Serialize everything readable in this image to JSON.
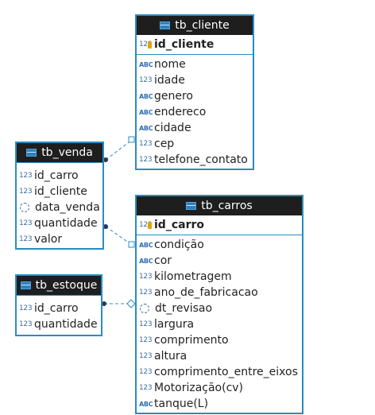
{
  "tables": {
    "cliente": {
      "title": "tb_cliente",
      "pk": {
        "type": "123",
        "name": "id_cliente"
      },
      "columns": [
        {
          "type": "ABC",
          "name": "nome"
        },
        {
          "type": "123",
          "name": "idade"
        },
        {
          "type": "ABC",
          "name": "genero"
        },
        {
          "type": "ABC",
          "name": "endereco"
        },
        {
          "type": "ABC",
          "name": "cidade"
        },
        {
          "type": "123",
          "name": "cep"
        },
        {
          "type": "123",
          "name": "telefone_contato"
        }
      ]
    },
    "venda": {
      "title": "tb_venda",
      "columns": [
        {
          "type": "123",
          "name": "id_carro"
        },
        {
          "type": "123",
          "name": "id_cliente"
        },
        {
          "type": "clock",
          "name": "data_venda"
        },
        {
          "type": "123",
          "name": "quantidade"
        },
        {
          "type": "123",
          "name": "valor"
        }
      ]
    },
    "carros": {
      "title": "tb_carros",
      "pk": {
        "type": "123",
        "name": "id_carro"
      },
      "columns": [
        {
          "type": "ABC",
          "name": "condição"
        },
        {
          "type": "ABC",
          "name": "cor"
        },
        {
          "type": "123",
          "name": "kilometragem"
        },
        {
          "type": "123",
          "name": "ano_de_fabricacao"
        },
        {
          "type": "clock",
          "name": "dt_revisao"
        },
        {
          "type": "123",
          "name": "largura"
        },
        {
          "type": "123",
          "name": "comprimento"
        },
        {
          "type": "123",
          "name": "altura"
        },
        {
          "type": "123",
          "name": "comprimento_entre_eixos"
        },
        {
          "type": "123",
          "name": "Motorização(cv)"
        },
        {
          "type": "ABC",
          "name": "tanque(L)"
        }
      ]
    },
    "estoque": {
      "title": "tb_estoque",
      "columns": [
        {
          "type": "123",
          "name": "id_carro"
        },
        {
          "type": "123",
          "name": "quantidade"
        }
      ]
    }
  },
  "colors": {
    "border": "#2a8cc0",
    "header_bg": "#1e1e1e",
    "link": "#2a8cc0",
    "key": "#e0a400"
  },
  "icons": {
    "table": "table-icon",
    "primary_key": "key-icon",
    "text_type": "abc-type-icon",
    "numeric_type": "number-type-icon",
    "date_type": "clock-icon"
  }
}
